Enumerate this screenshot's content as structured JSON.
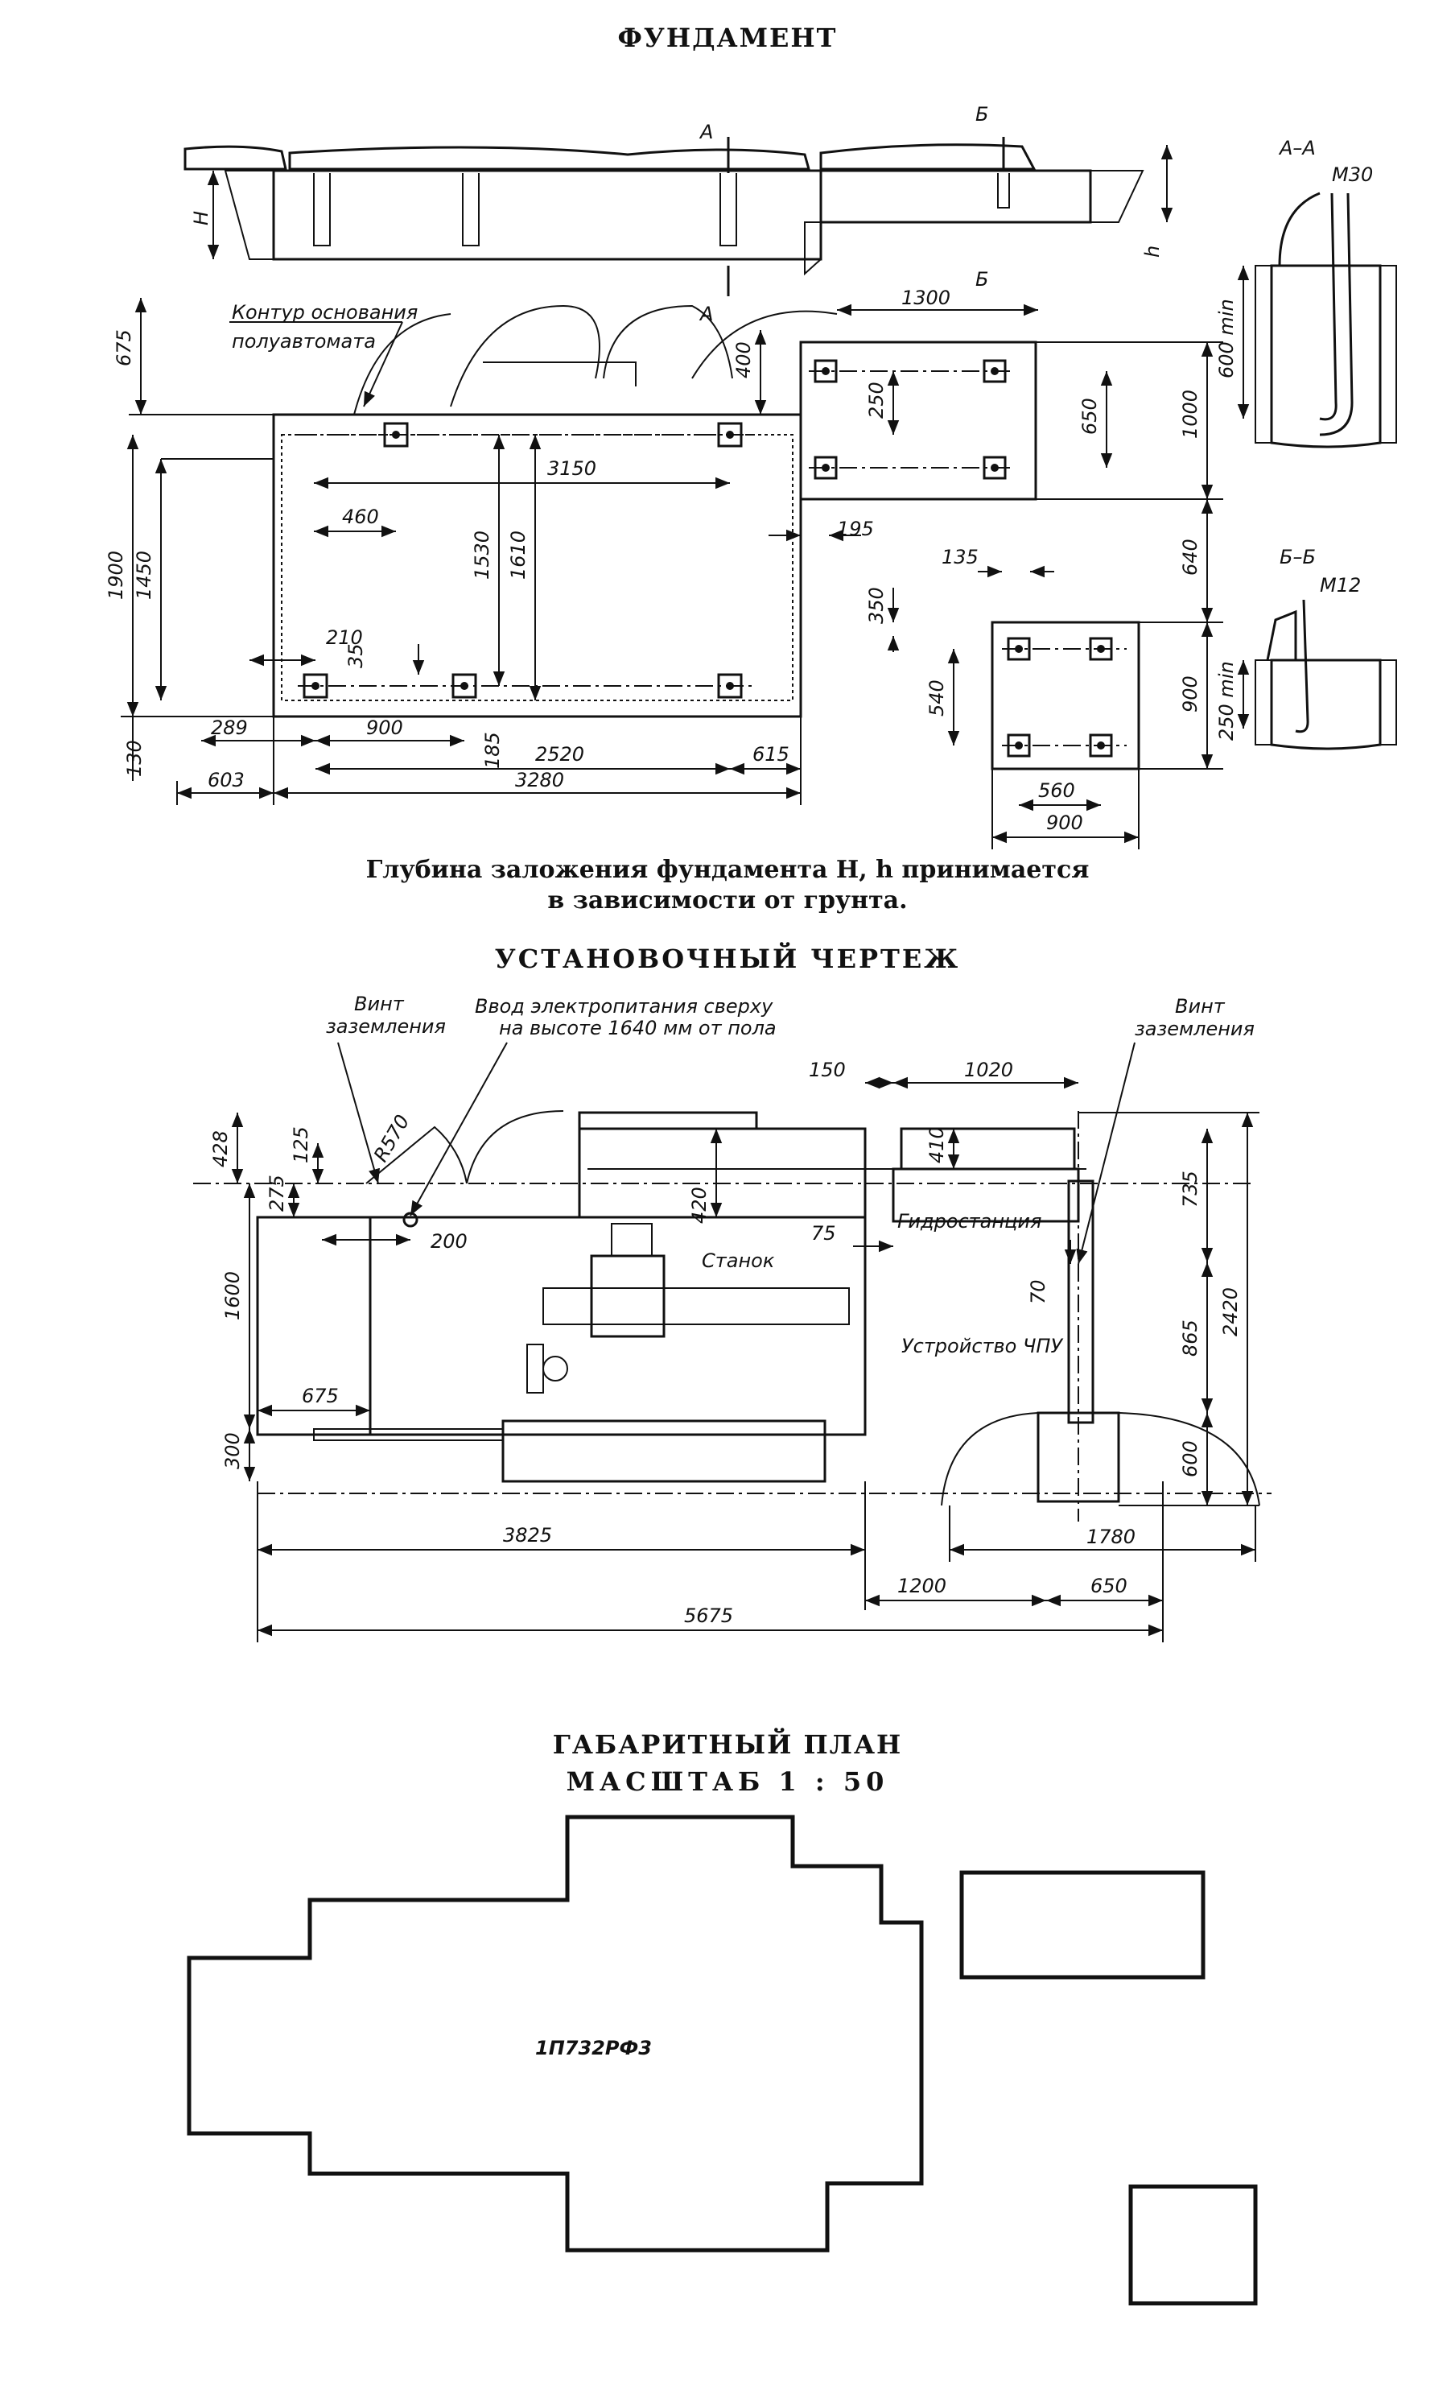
{
  "titles": {
    "foundation": "ФУНДАМЕНТ",
    "installation": "УСТАНОВОЧНЫЙ ЧЕРТЕЖ",
    "plan_line1": "ГАБАРИТНЫЙ ПЛАН",
    "plan_line2": "МАСШТАБ 1 : 50"
  },
  "note": {
    "line1": "Глубина заложения фундамента H, h принимается",
    "line2": "в зависимости от грунта."
  },
  "foundation": {
    "section_marks": {
      "a": "А",
      "b": "Б"
    },
    "depth_labels": {
      "H": "H",
      "h": "h"
    },
    "contour_label_1": "Контур основания",
    "contour_label_2": "полуавтомата",
    "dims": {
      "d675": "675",
      "d1300": "1300",
      "d400": "400",
      "d250": "250",
      "d650": "650",
      "d1000": "1000",
      "d3150": "3150",
      "d460": "460",
      "d1530": "1530",
      "d1610": "1610",
      "d195": "195",
      "d640": "640",
      "d135": "135",
      "d350": "350",
      "d210": "210",
      "d35": "35",
      "d540": "540",
      "d900v": "900",
      "d1900": "1900",
      "d1450": "1450",
      "d289": "289",
      "d900h": "900",
      "d185": "185",
      "d2520": "2520",
      "d615": "615",
      "d130": "130",
      "d603": "603",
      "d3280": "3280",
      "d560": "560",
      "d900b": "900"
    },
    "section_aa": {
      "title": "А–А",
      "bolt": "М30",
      "depth": "600 min"
    },
    "section_bb": {
      "title": "Б–Б",
      "bolt": "М12",
      "depth": "250 min"
    }
  },
  "installation": {
    "labels": {
      "ground_screw_left_1": "Винт",
      "ground_screw_left_2": "заземления",
      "power_1": "Ввод электропитания сверху",
      "power_2": "на высоте 1640 мм от пола",
      "ground_screw_right_1": "Винт",
      "ground_screw_right_2": "заземления",
      "machine": "Станок",
      "hydro": "Гидростанция",
      "cnc": "Устройство ЧПУ",
      "radius": "R570"
    },
    "dims": {
      "d428": "428",
      "d125": "125",
      "d275": "275",
      "d200": "200",
      "d1600": "1600",
      "d675": "675",
      "d300": "300",
      "d150": "150",
      "d1020": "1020",
      "d410": "410",
      "d420": "420",
      "d75": "75",
      "d70": "70",
      "d735": "735",
      "d865": "865",
      "d600": "600",
      "d2420": "2420",
      "d3825": "3825",
      "d1780": "1780",
      "d1200": "1200",
      "d650": "650",
      "d5675": "5675"
    }
  },
  "plan": {
    "model": "1П732РФ3"
  }
}
